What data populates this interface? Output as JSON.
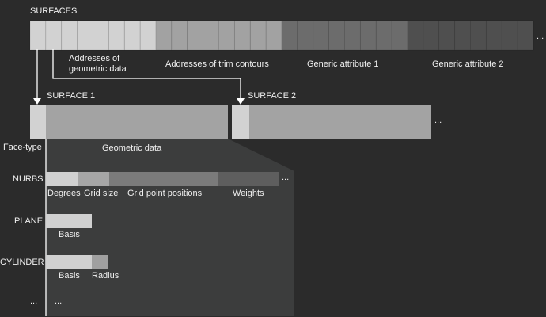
{
  "surfaces": {
    "title": "SURFACES",
    "sections": [
      {
        "label": "Addresses of geometric data",
        "cells": 8,
        "color": "#d2d2d2"
      },
      {
        "label": "Addresses of trim contours",
        "cells": 8,
        "color": "#a2a2a2"
      },
      {
        "label": "Generic attribute 1",
        "cells": 8,
        "color": "#6c6c6c"
      },
      {
        "label": "Generic attribute 2",
        "cells": 8,
        "color": "#4f4f4f"
      }
    ],
    "ellipsis": "..."
  },
  "surface_blocks": [
    {
      "label": "SURFACE 1"
    },
    {
      "label": "SURFACE 2"
    }
  ],
  "surface_blocks_ellipsis": "...",
  "face_type_label": "Face-type",
  "geometric_data_label": "Geometric data",
  "face_types": [
    {
      "name": "NURBS",
      "parts": [
        {
          "label": "Degrees",
          "color": "#d0d0d0"
        },
        {
          "label": "Grid size",
          "color": "#a6a6a6"
        },
        {
          "label": "Grid point positions",
          "color": "#7b7b7b"
        },
        {
          "label": "Weights",
          "color": "#5e5e5e"
        }
      ],
      "ellipsis": "..."
    },
    {
      "name": "PLANE",
      "parts": [
        {
          "label": "Basis",
          "color": "#d0d0d0"
        }
      ]
    },
    {
      "name": "CYLINDER",
      "parts": [
        {
          "label": "Basis",
          "color": "#d0d0d0"
        },
        {
          "label": "Radius",
          "color": "#a0a0a0"
        }
      ]
    }
  ],
  "more_rows": {
    "name": "...",
    "value": "..."
  }
}
